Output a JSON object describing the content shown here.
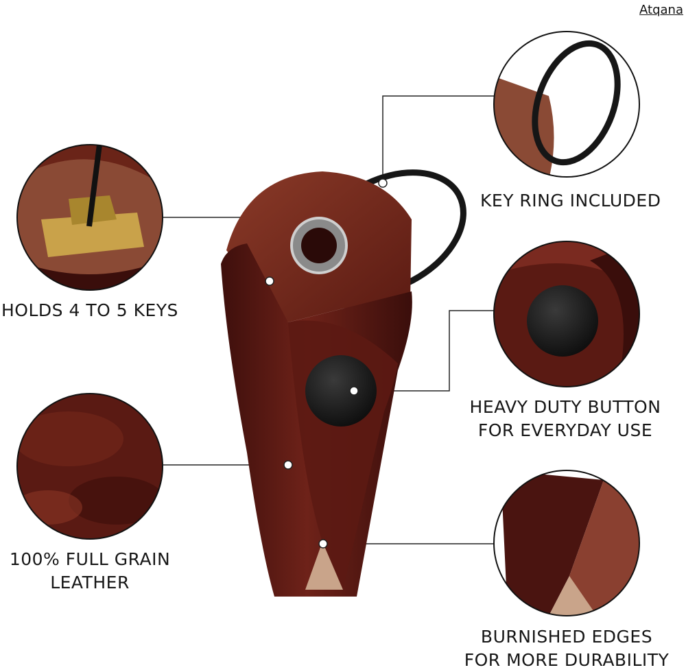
{
  "brand": "Atqana",
  "features": {
    "key_ring": {
      "label": "KEY RING INCLUDED",
      "icon": "key-ring-detail"
    },
    "holds_keys": {
      "label": "HOLDS 4 TO 5 KEYS",
      "icon": "keys-inside-detail"
    },
    "button": {
      "line1": "HEAVY DUTY BUTTON",
      "line2": "FOR EVERYDAY USE",
      "icon": "snap-button-detail"
    },
    "leather": {
      "line1": "100% FULL GRAIN",
      "line2": "LEATHER",
      "icon": "leather-texture-detail"
    },
    "edges": {
      "line1": "BURNISHED EDGES",
      "line2": "FOR MORE DURABILITY",
      "icon": "burnished-edge-detail"
    }
  },
  "colors": {
    "leather_dark": "#4a1410",
    "leather_mid": "#7a2a20",
    "leather_light": "#a0503a",
    "ring": "#1a1a1a",
    "callout_line": "#222222"
  }
}
